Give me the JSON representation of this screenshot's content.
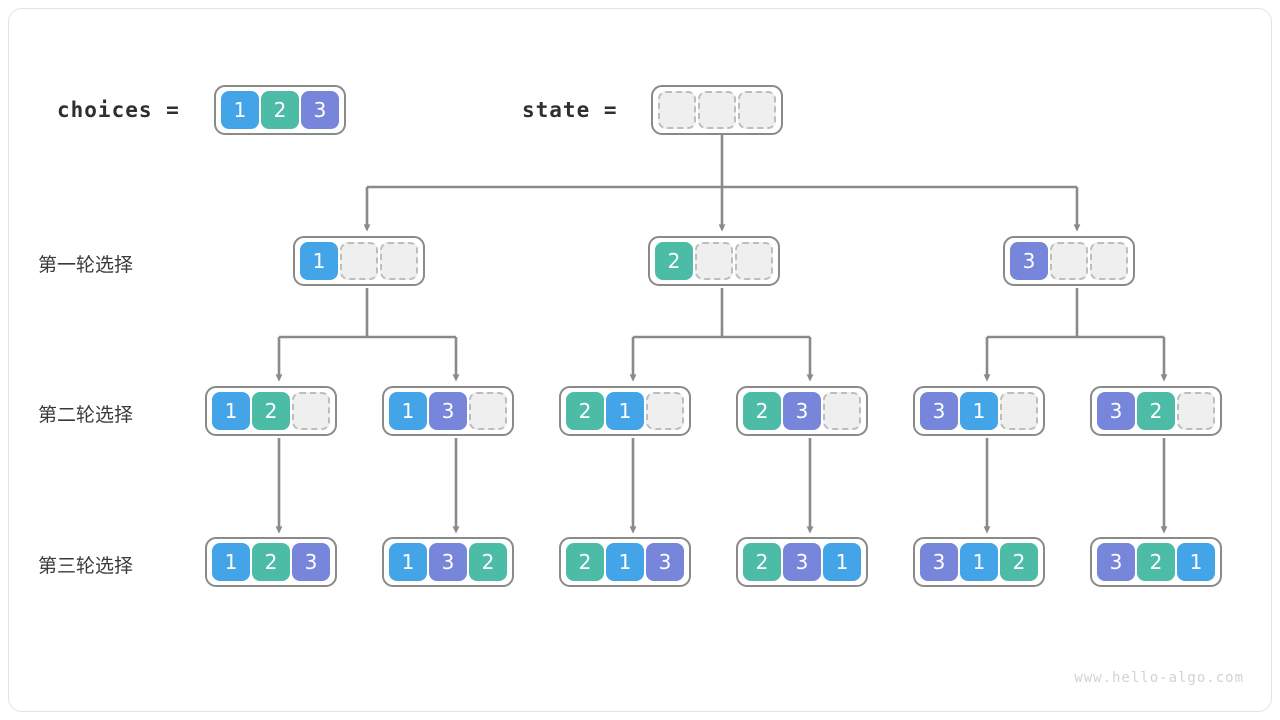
{
  "diagram": {
    "title_watermark": "www.hello-algo.com",
    "colors": {
      "value1": "#43a5e8",
      "value2": "#4dbca6",
      "value3": "#7786da",
      "empty_fill": "#efefef",
      "empty_border": "#bdbdbd",
      "container_border": "#8a8a8a",
      "wire": "#8a8a8a",
      "frame_border": "#e3e3e3",
      "watermark_text": "#d2d2d2"
    },
    "header": {
      "choices_label": "choices =",
      "choices_values": [
        "1",
        "2",
        "3"
      ],
      "state_label": "state =",
      "state_values": [
        "",
        "",
        ""
      ]
    },
    "row_labels": [
      "第一轮选择",
      "第二轮选择",
      "第三轮选择"
    ],
    "rows": [
      {
        "label": "第一轮选择",
        "nodes": [
          {
            "values": [
              "1",
              "",
              ""
            ]
          },
          {
            "values": [
              "2",
              "",
              ""
            ]
          },
          {
            "values": [
              "3",
              "",
              ""
            ]
          }
        ]
      },
      {
        "label": "第二轮选择",
        "nodes": [
          {
            "values": [
              "1",
              "2",
              ""
            ]
          },
          {
            "values": [
              "1",
              "3",
              ""
            ]
          },
          {
            "values": [
              "2",
              "1",
              ""
            ]
          },
          {
            "values": [
              "2",
              "3",
              ""
            ]
          },
          {
            "values": [
              "3",
              "1",
              ""
            ]
          },
          {
            "values": [
              "3",
              "2",
              ""
            ]
          }
        ]
      },
      {
        "label": "第三轮选择",
        "nodes": [
          {
            "values": [
              "1",
              "2",
              "3"
            ]
          },
          {
            "values": [
              "1",
              "3",
              "2"
            ]
          },
          {
            "values": [
              "2",
              "1",
              "3"
            ]
          },
          {
            "values": [
              "2",
              "3",
              "1"
            ]
          },
          {
            "values": [
              "3",
              "1",
              "2"
            ]
          },
          {
            "values": [
              "3",
              "2",
              "1"
            ]
          }
        ]
      }
    ]
  }
}
